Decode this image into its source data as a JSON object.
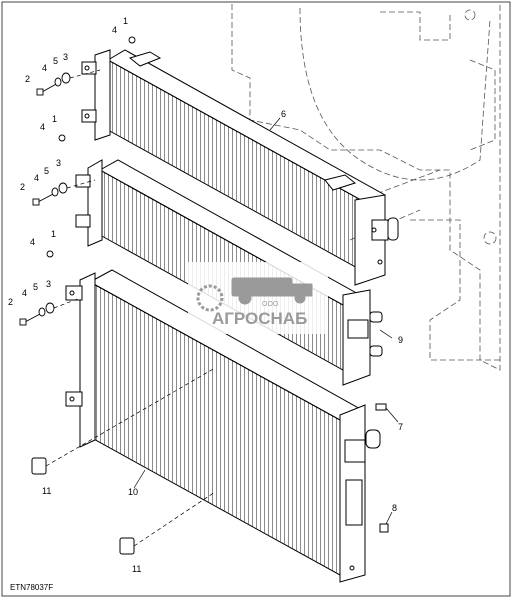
{
  "figure": {
    "code": "ETN78037F"
  },
  "callouts": [
    "1",
    "2",
    "3",
    "4",
    "5",
    "6",
    "7",
    "8",
    "9",
    "10",
    "11"
  ],
  "watermark": {
    "prefix": "ООО",
    "name": "АГРОСНАБ",
    "logo_icon": "gear-tractor-logo"
  },
  "colors": {
    "line": "#000000",
    "dashed_background": "#555555",
    "watermark": "#9a9a9a"
  }
}
